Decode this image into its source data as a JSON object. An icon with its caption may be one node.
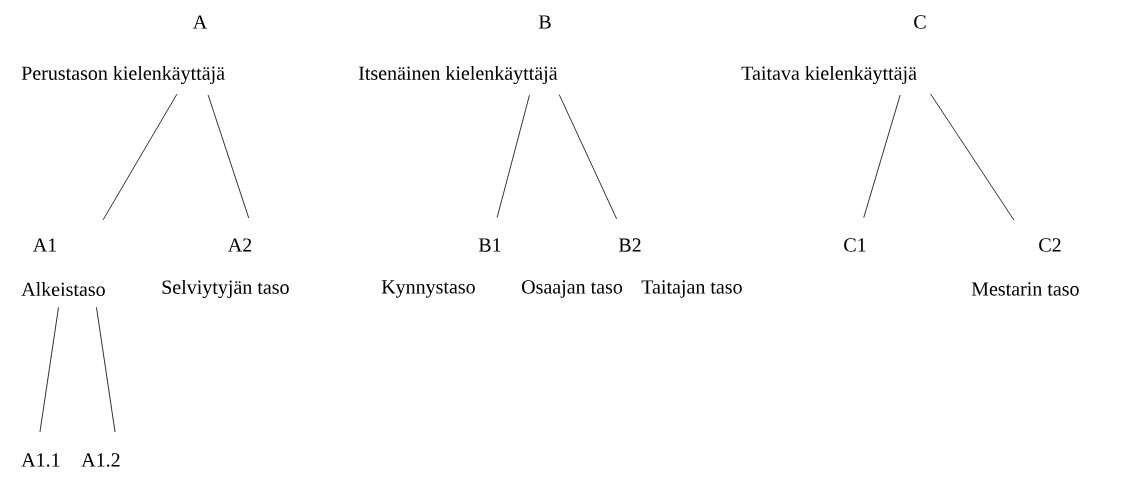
{
  "diagram": {
    "nodes": [
      {
        "text": [
          "A",
          "Perustason kielenkäyttäjä"
        ]
      },
      {
        "text": [
          "B",
          "Itsenäinen kielenkäyttäjä"
        ]
      },
      {
        "text": [
          "C",
          "Taitava kielenkäyttäjä"
        ]
      },
      {
        "text": [
          "A1",
          "Alkeistaso"
        ]
      },
      {
        "text": [
          "A2",
          "Selviytyjän taso"
        ]
      },
      {
        "text": [
          "B1",
          "Kynnystaso"
        ]
      },
      {
        "text": [
          "B2",
          "Osaajan taso"
        ]
      },
      {
        "text": [
          "C1",
          "Taitajan taso"
        ]
      },
      {
        "text": [
          "C2",
          "Mestarin taso"
        ]
      },
      {
        "text": [
          "A1.1"
        ]
      },
      {
        "text": [
          "A1.2"
        ]
      }
    ],
    "edges": [
      {
        "from": 0,
        "to": 3,
        "arrow": "none"
      },
      {
        "from": 0,
        "to": 4,
        "arrow": "none"
      },
      {
        "from": 1,
        "to": 5,
        "arrow": "none"
      },
      {
        "from": 1,
        "to": 6,
        "arrow": "none"
      },
      {
        "from": 2,
        "to": 7,
        "arrow": "none"
      },
      {
        "from": 2,
        "to": 8,
        "arrow": "none"
      },
      {
        "from": 3,
        "to": 9,
        "arrow": "none"
      },
      {
        "from": 3,
        "to": 10,
        "arrow": "none"
      }
    ]
  }
}
